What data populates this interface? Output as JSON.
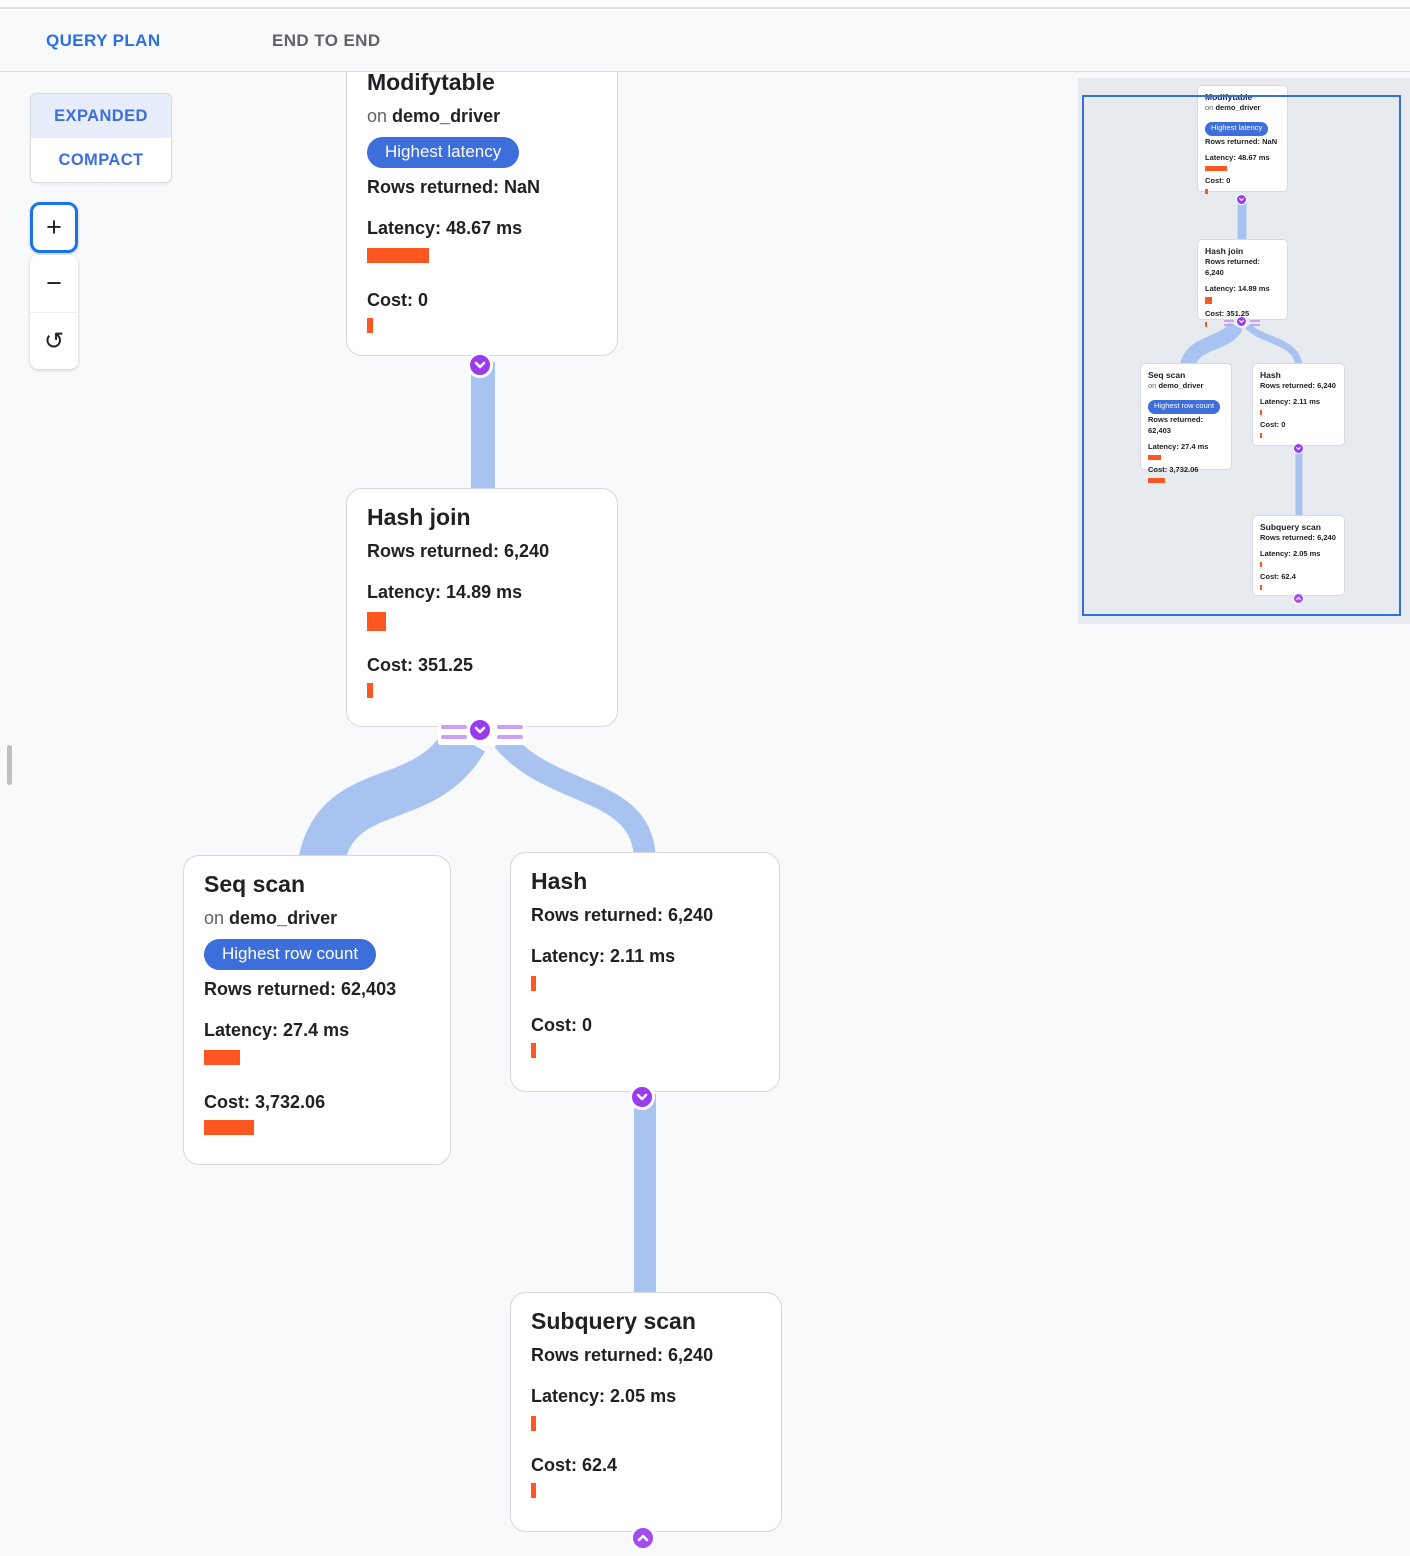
{
  "tabs": {
    "query_plan": "QUERY PLAN",
    "end_to_end": "END TO END"
  },
  "toggle": {
    "expanded": "EXPANDED",
    "compact": "COMPACT",
    "selected": "EXPANDED"
  },
  "zoom_controls": {
    "zoom_in": "+",
    "zoom_out": "−",
    "reset": "↺"
  },
  "labels": {
    "on": "on",
    "rows": "Rows returned:",
    "latency": "Latency:",
    "cost": "Cost:"
  },
  "nodes": {
    "modifytable": {
      "title": "Modifytable",
      "table": "demo_driver",
      "badge": "Highest latency",
      "rows": "NaN",
      "latency": "48.67 ms",
      "cost": "0",
      "bars": {
        "latency": 62,
        "cost": 6,
        "mini_latency": 22,
        "mini_cost": 3
      }
    },
    "hash_join": {
      "title": "Hash join",
      "rows": "6,240",
      "latency": "14.89 ms",
      "cost": "351.25",
      "bars": {
        "latency": 19,
        "cost": 6,
        "mini_latency": 7,
        "mini_cost": 2
      }
    },
    "seq_scan": {
      "title": "Seq scan",
      "table": "demo_driver",
      "badge": "Highest row count",
      "rows": "62,403",
      "latency": "27.4 ms",
      "cost": "3,732.06",
      "bars": {
        "latency": 36,
        "cost": 50,
        "mini_latency": 13,
        "mini_cost": 17
      }
    },
    "hash": {
      "title": "Hash",
      "rows": "6,240",
      "latency": "2.11 ms",
      "cost": "0",
      "bars": {
        "latency": 5,
        "cost": 5,
        "mini_latency": 2,
        "mini_cost": 2
      }
    },
    "subquery_scan": {
      "title": "Subquery scan",
      "rows": "6,240",
      "latency": "2.05 ms",
      "cost": "62.4",
      "bars": {
        "latency": 5,
        "cost": 5,
        "mini_latency": 2,
        "mini_cost": 2
      }
    }
  },
  "colors": {
    "tab_active": "#2B6FE0",
    "tab_underline": "#3270DB",
    "badge_blue": "#3C6EDC",
    "metric_bar_orange": "#FF5722",
    "connector_blue": "#A9C3F0",
    "chevron_purple": "#9A3BEF",
    "chevron_purple_light": "#A44CF2",
    "sideline_purple": "#C9A0F3",
    "minimap_viewport_border": "#3270DB",
    "toggle_selected_bg": "#E7EDFB",
    "canvas_bg": "#F8F9FA",
    "minimap_bg": "#E7EAEE"
  }
}
